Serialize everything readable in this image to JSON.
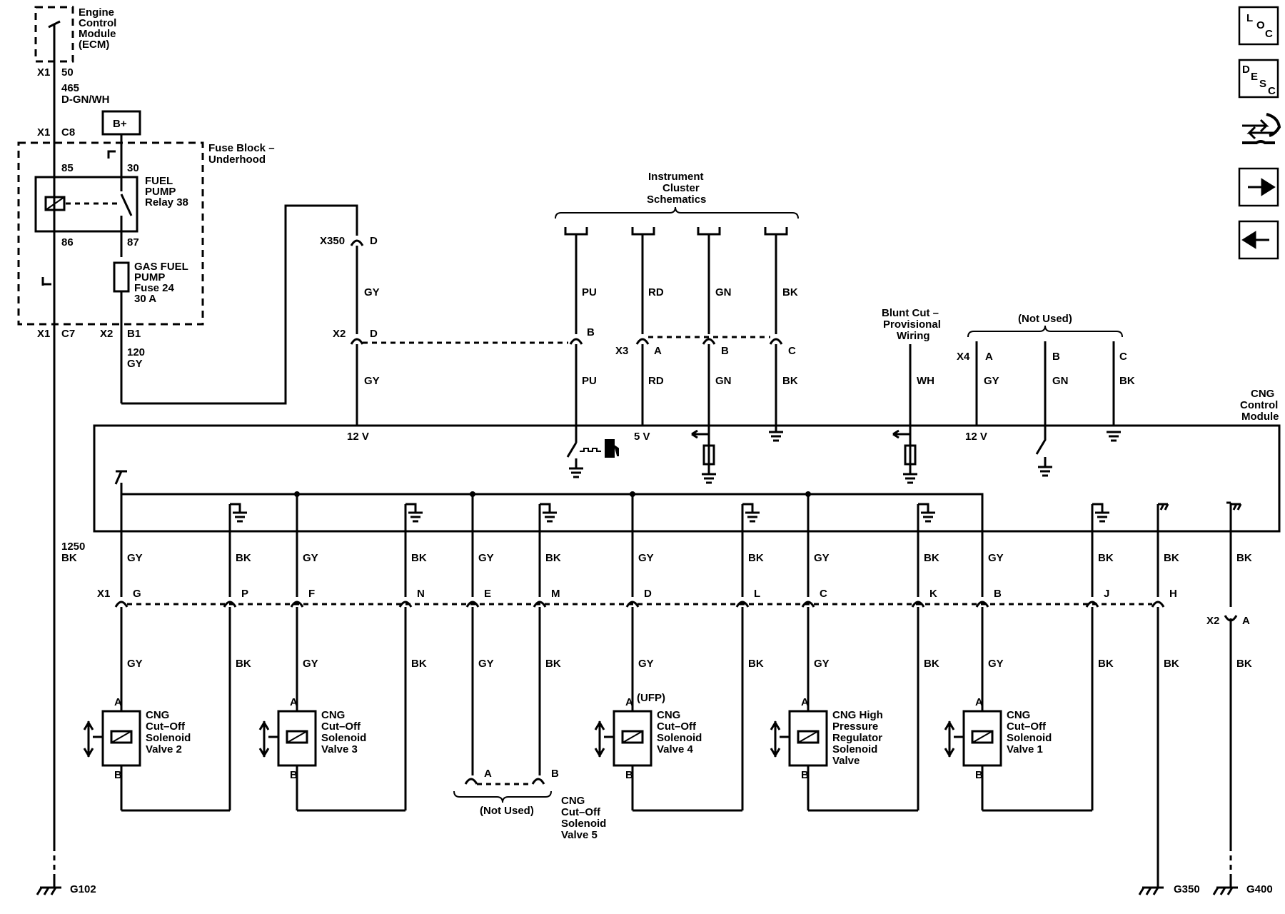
{
  "ecm": {
    "l1": "Engine",
    "l2": "Control",
    "l3": "Module",
    "l4": "(ECM)"
  },
  "ecm_pins": {
    "conn": "X1",
    "pin": "50",
    "ckt": "465",
    "color": "D-GN/WH"
  },
  "bplus": "B+",
  "fuse_block": {
    "l1": "Fuse Block –",
    "l2": "Underhood",
    "x1": "X1",
    "c8": "C8",
    "p85": "85",
    "p30": "30",
    "p86": "86",
    "p87": "87",
    "relay_l1": "FUEL",
    "relay_l2": "PUMP",
    "relay_l3": "Relay 38",
    "fuse_l1": "GAS FUEL",
    "fuse_l2": "PUMP",
    "fuse_l3": "Fuse 24",
    "fuse_l4": "30 A",
    "bx1": "X1",
    "c7": "C7",
    "bx2": "X2",
    "b1": "B1",
    "ckt": "120",
    "color": "GY"
  },
  "left_ground": {
    "ckt": "1250",
    "color": "BK",
    "label": "G102"
  },
  "x350": {
    "conn": "X350",
    "pin": "D",
    "color": "GY"
  },
  "x2d": {
    "conn": "X2",
    "pin": "D",
    "color": "GY"
  },
  "cluster": {
    "l1": "Instrument",
    "l2": "Cluster",
    "l3": "Schematics",
    "pu": "PU",
    "rd": "RD",
    "gn": "GN",
    "bk": "BK",
    "b": "B",
    "x3": "X3",
    "a": "A",
    "b2": "B",
    "c": "C"
  },
  "blunt": {
    "l1": "Blunt Cut –",
    "l2": "Provisional",
    "l3": "Wiring",
    "color": "WH"
  },
  "x4": {
    "title": "(Not Used)",
    "conn": "X4",
    "a": "A",
    "b": "B",
    "c": "C",
    "gy": "GY",
    "gn": "GN",
    "bk": "BK"
  },
  "cng_module": {
    "l1": "CNG",
    "l2": "Control",
    "l3": "Module",
    "v12a": "12 V",
    "v5": "5 V",
    "v12b": "12 V"
  },
  "x1_row": {
    "conn": "X1",
    "pins": [
      "G",
      "P",
      "F",
      "N",
      "E",
      "M",
      "D",
      "L",
      "C",
      "K",
      "B",
      "J",
      "H"
    ]
  },
  "wire_colors": {
    "gy": "GY",
    "bk": "BK"
  },
  "x2a": {
    "conn": "X2",
    "pin": "A"
  },
  "valves": [
    {
      "l1": "CNG",
      "l2": "Cut–Off",
      "l3": "Solenoid",
      "l4": "Valve 2",
      "a": "A",
      "b": "B"
    },
    {
      "l1": "CNG",
      "l2": "Cut–Off",
      "l3": "Solenoid",
      "l4": "Valve 3",
      "a": "A",
      "b": "B"
    },
    {
      "l1": "CNG",
      "l2": "Cut–Off",
      "l3": "Solenoid",
      "l4": "Valve 4",
      "a": "A",
      "b": "B",
      "ufp": "(UFP)"
    },
    {
      "l1": "CNG High",
      "l2": "Pressure",
      "l3": "Regulator",
      "l4": "Solenoid",
      "l5": "Valve",
      "a": "A",
      "b": "B"
    },
    {
      "l1": "CNG",
      "l2": "Cut–Off",
      "l3": "Solenoid",
      "l4": "Valve 1",
      "a": "A",
      "b": "B"
    }
  ],
  "valve5": {
    "a": "A",
    "b": "B",
    "not_used": "(Not Used)",
    "l1": "CNG",
    "l2": "Cut–Off",
    "l3": "Solenoid",
    "l4": "Valve 5"
  },
  "grounds": {
    "g350": "G350",
    "g400": "G400"
  },
  "nav": {
    "loc": [
      "L",
      "O",
      "C"
    ],
    "desc": [
      "D",
      "E",
      "S",
      "C"
    ]
  }
}
